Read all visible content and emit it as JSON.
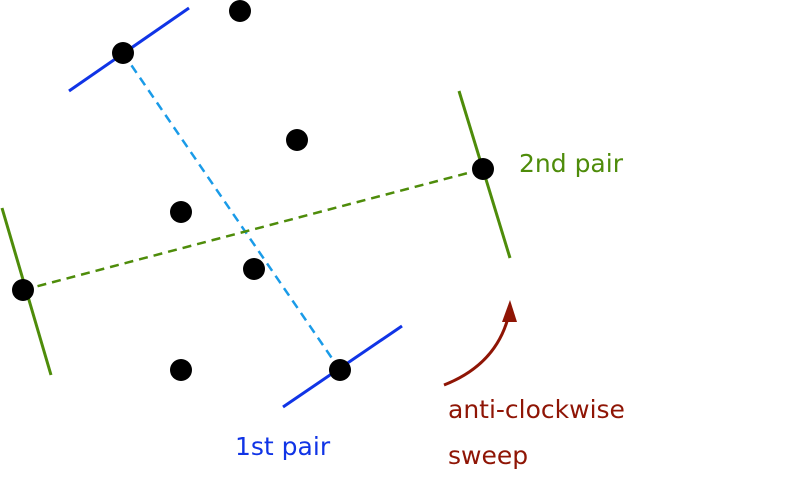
{
  "labels": {
    "second_pair": "2nd pair",
    "first_pair": "1st pair",
    "sweep_line1": "anti-clockwise",
    "sweep_line2": "sweep"
  },
  "colors": {
    "point": "#000000",
    "first_pair": "#1034e6",
    "first_pair_dashed": "#1a9be8",
    "second_pair": "#4e8c0a",
    "sweep": "#8f1505"
  }
}
